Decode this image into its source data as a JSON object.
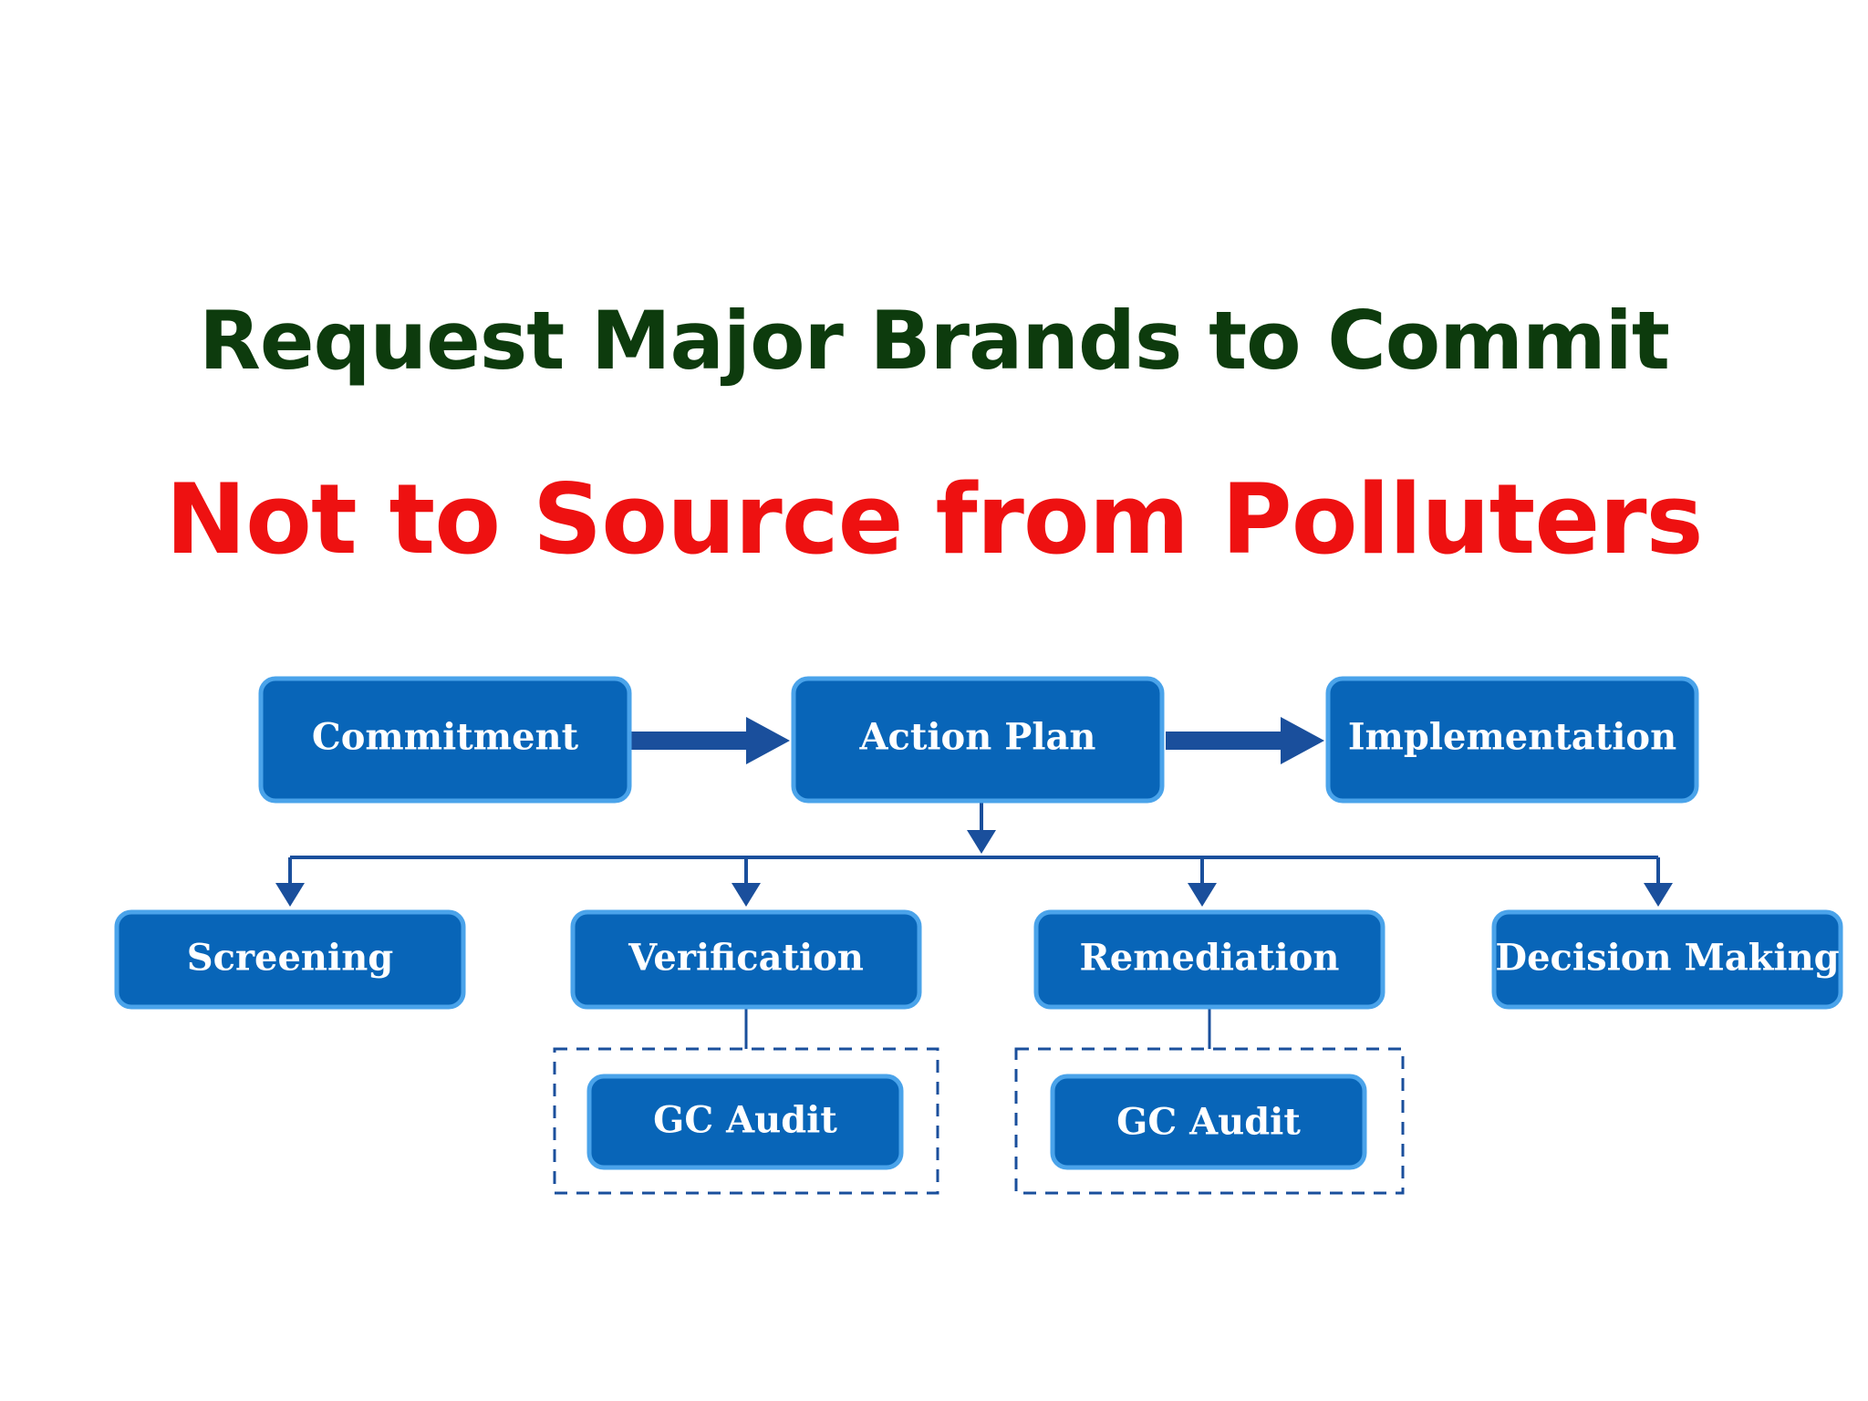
{
  "heading": {
    "line1": "Request Major Brands to Commit",
    "line2": "Not to Source from Polluters"
  },
  "colors": {
    "heading_line1": "#0d3b0d",
    "heading_line2": "#ee1111",
    "box_fill": "#0865b8",
    "box_border": "#4aa3ea",
    "connector": "#1a4f9c"
  },
  "flow": {
    "top_row": [
      "Commitment",
      "Action Plan",
      "Implementation"
    ],
    "bottom_row": [
      "Screening",
      "Verification",
      "Remediation",
      "Decision Making"
    ],
    "sub_items": [
      "GC Audit",
      "GC Audit"
    ]
  }
}
